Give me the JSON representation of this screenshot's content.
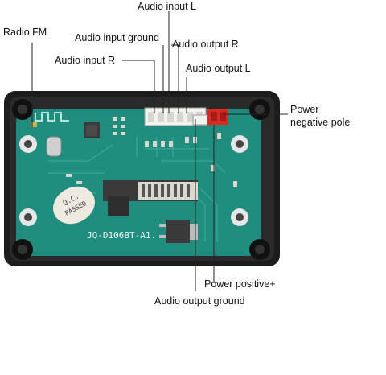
{
  "labels": {
    "radio_fm": "Radio FM",
    "audio_input_l": "Audio input L",
    "audio_input_ground": "Audio input ground",
    "audio_output_r": "Audio output R",
    "audio_input_r": "Audio input R",
    "audio_output_l": "Audio output L",
    "power_negative_pole_line1": "Power",
    "power_negative_pole_line2": "negative pole",
    "power_positive": "Power positive+",
    "audio_output_ground": "Audio output ground"
  },
  "board": {
    "model": "JQ-D106BT-A1.",
    "qc_stamp_line1": "Q.C.",
    "qc_stamp_line2": "PASSED",
    "colors": {
      "bezel": "#1c1c1c",
      "pcb": "#1f8a7e",
      "pcb_light": "#2fa597",
      "connector_white": "#f2f2ee",
      "connector_red": "#d92b25",
      "leader_line": "#222222"
    }
  }
}
